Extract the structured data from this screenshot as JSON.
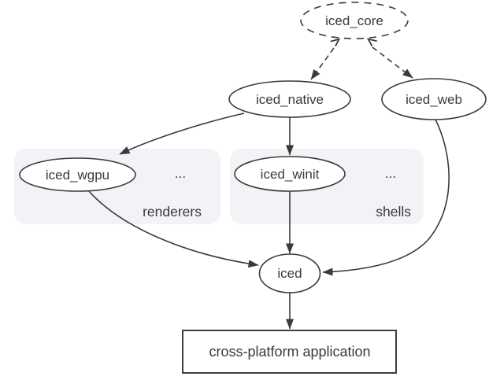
{
  "diagram": {
    "nodes": {
      "core": {
        "label": "iced_core",
        "shape": "dashed-ellipse"
      },
      "native": {
        "label": "iced_native",
        "shape": "ellipse"
      },
      "web": {
        "label": "iced_web",
        "shape": "ellipse"
      },
      "wgpu": {
        "label": "iced_wgpu",
        "shape": "ellipse"
      },
      "winit": {
        "label": "iced_winit",
        "shape": "ellipse"
      },
      "iced": {
        "label": "iced",
        "shape": "ellipse"
      },
      "app": {
        "label": "cross-platform application",
        "shape": "rectangle"
      }
    },
    "groups": {
      "renderers": {
        "label": "renderers",
        "ellipsis": "...",
        "members": [
          "iced_wgpu"
        ]
      },
      "shells": {
        "label": "shells",
        "ellipsis": "...",
        "members": [
          "iced_winit"
        ]
      }
    },
    "edges": [
      {
        "from": "iced_core",
        "to": "iced_native",
        "style": "dashed",
        "head": "arrow",
        "tail": "vee"
      },
      {
        "from": "iced_core",
        "to": "iced_web",
        "style": "dashed",
        "head": "arrow",
        "tail": "vee"
      },
      {
        "from": "iced_native",
        "to": "iced_wgpu",
        "style": "solid",
        "head": "arrow"
      },
      {
        "from": "iced_native",
        "to": "iced_winit",
        "style": "solid",
        "head": "arrow"
      },
      {
        "from": "iced_wgpu",
        "to": "iced",
        "style": "solid",
        "head": "arrow"
      },
      {
        "from": "iced_winit",
        "to": "iced",
        "style": "solid",
        "head": "arrow"
      },
      {
        "from": "iced_web",
        "to": "iced",
        "style": "solid",
        "head": "arrow"
      },
      {
        "from": "iced",
        "to": "cross-platform application",
        "style": "solid",
        "head": "arrow"
      }
    ],
    "colors": {
      "stroke": "#3a3a3a",
      "groupFill": "#f1f3f6",
      "groupLabel": "#1a73e8",
      "nodeFill": "#ffffff",
      "background": "#ffffff"
    }
  }
}
